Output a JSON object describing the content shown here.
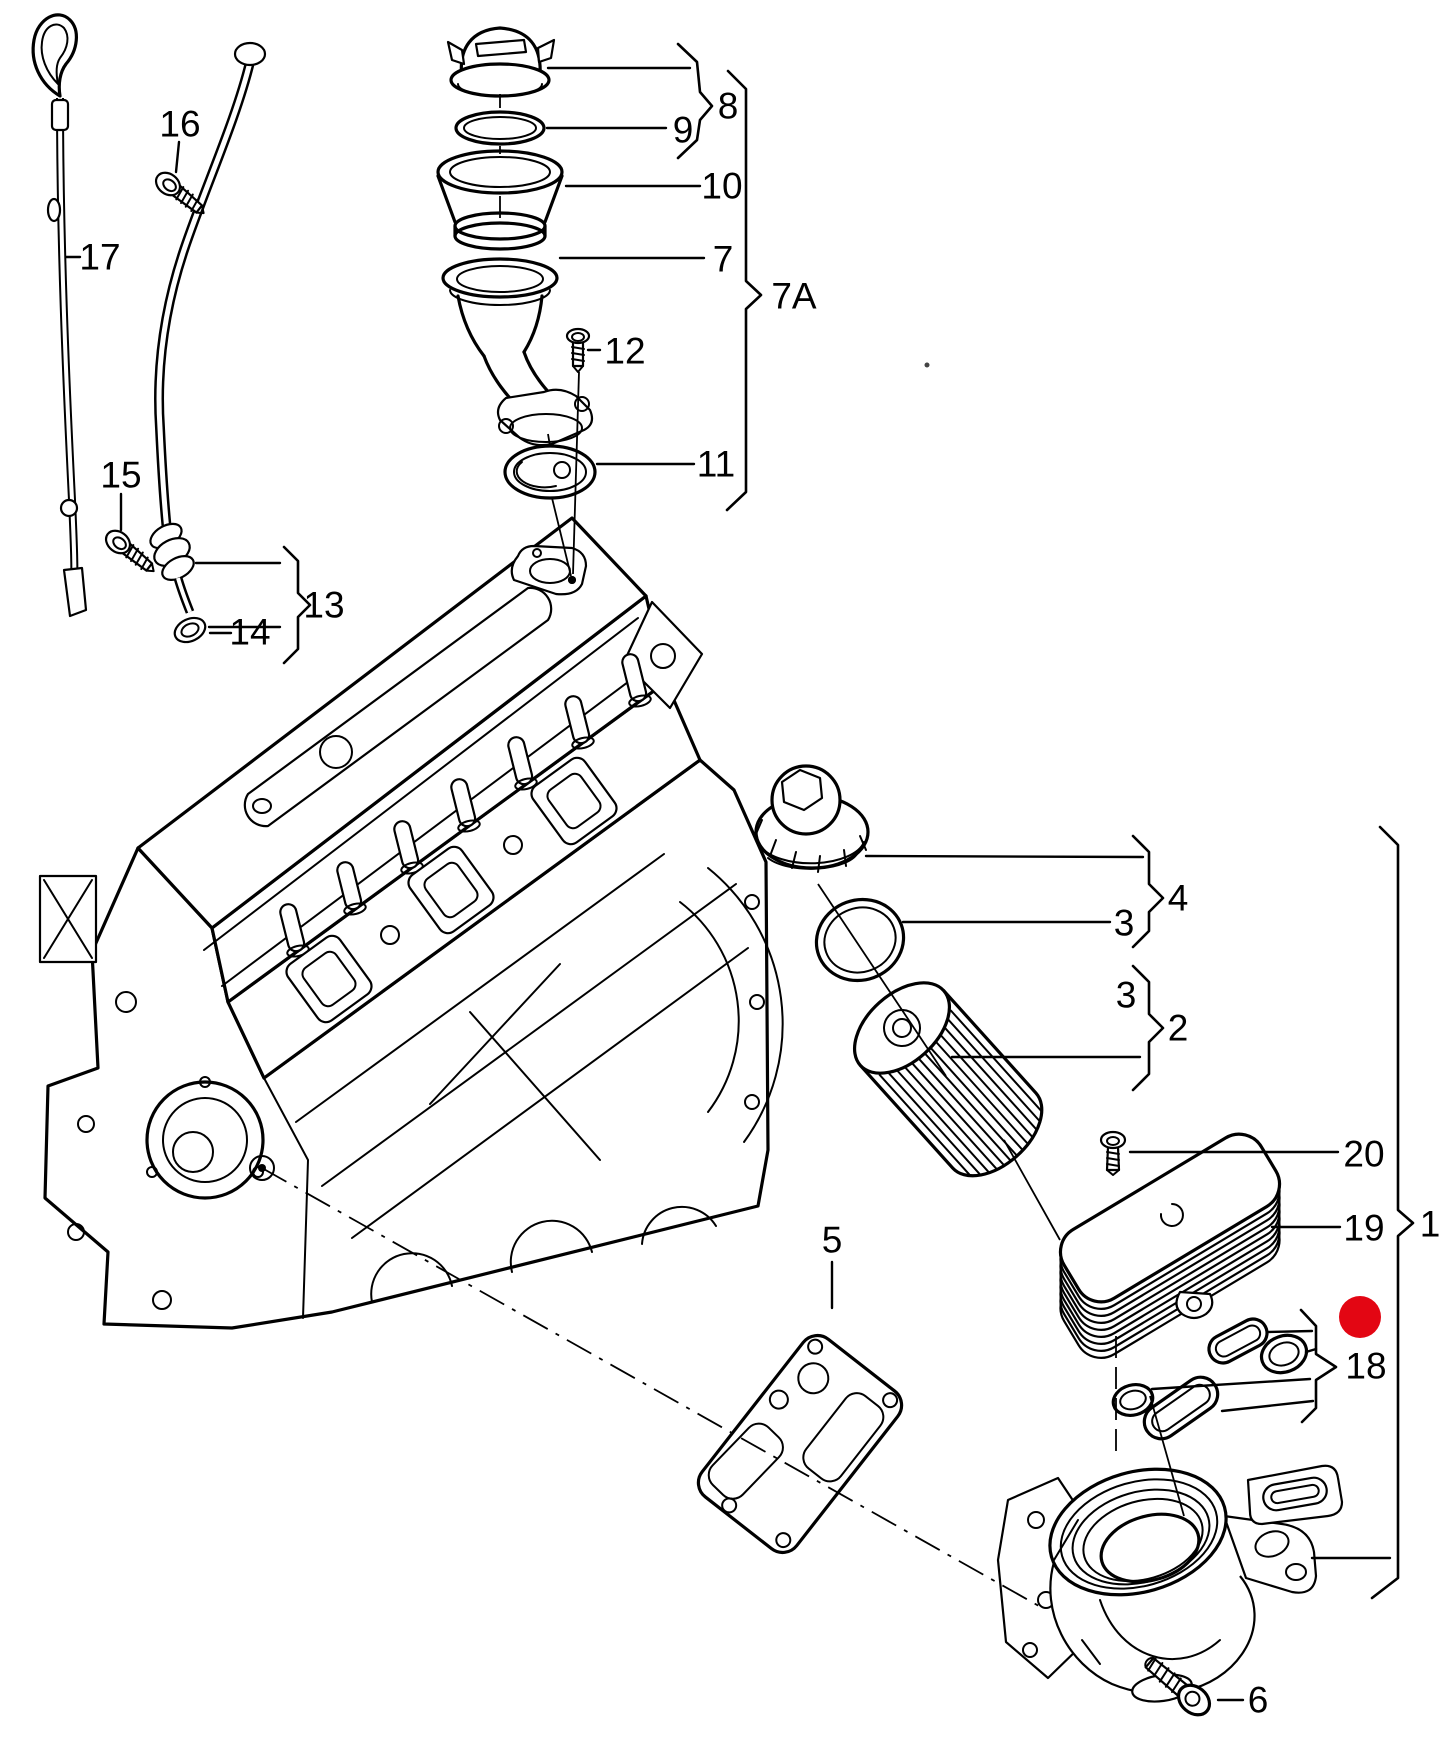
{
  "diagram": {
    "type": "exploded-parts-diagram",
    "subject": "engine-lubrication-oil-filter-assembly",
    "background_color": "#ffffff",
    "line_color": "#000000",
    "labels": {
      "n1": "1",
      "n2": "2",
      "n3a": "3",
      "n3b": "3",
      "n4": "4",
      "n5": "5",
      "n6": "6",
      "n7": "7",
      "n7a": "7A",
      "n8": "8",
      "n9": "9",
      "n10": "10",
      "n11": "11",
      "n12": "12",
      "n13": "13",
      "n14": "14",
      "n15": "15",
      "n16": "16",
      "n17": "17",
      "n18": "18",
      "n19": "19",
      "n20": "20"
    },
    "marker": {
      "shape": "filled-circle",
      "color": "#e30613",
      "marks_item": "18"
    }
  }
}
